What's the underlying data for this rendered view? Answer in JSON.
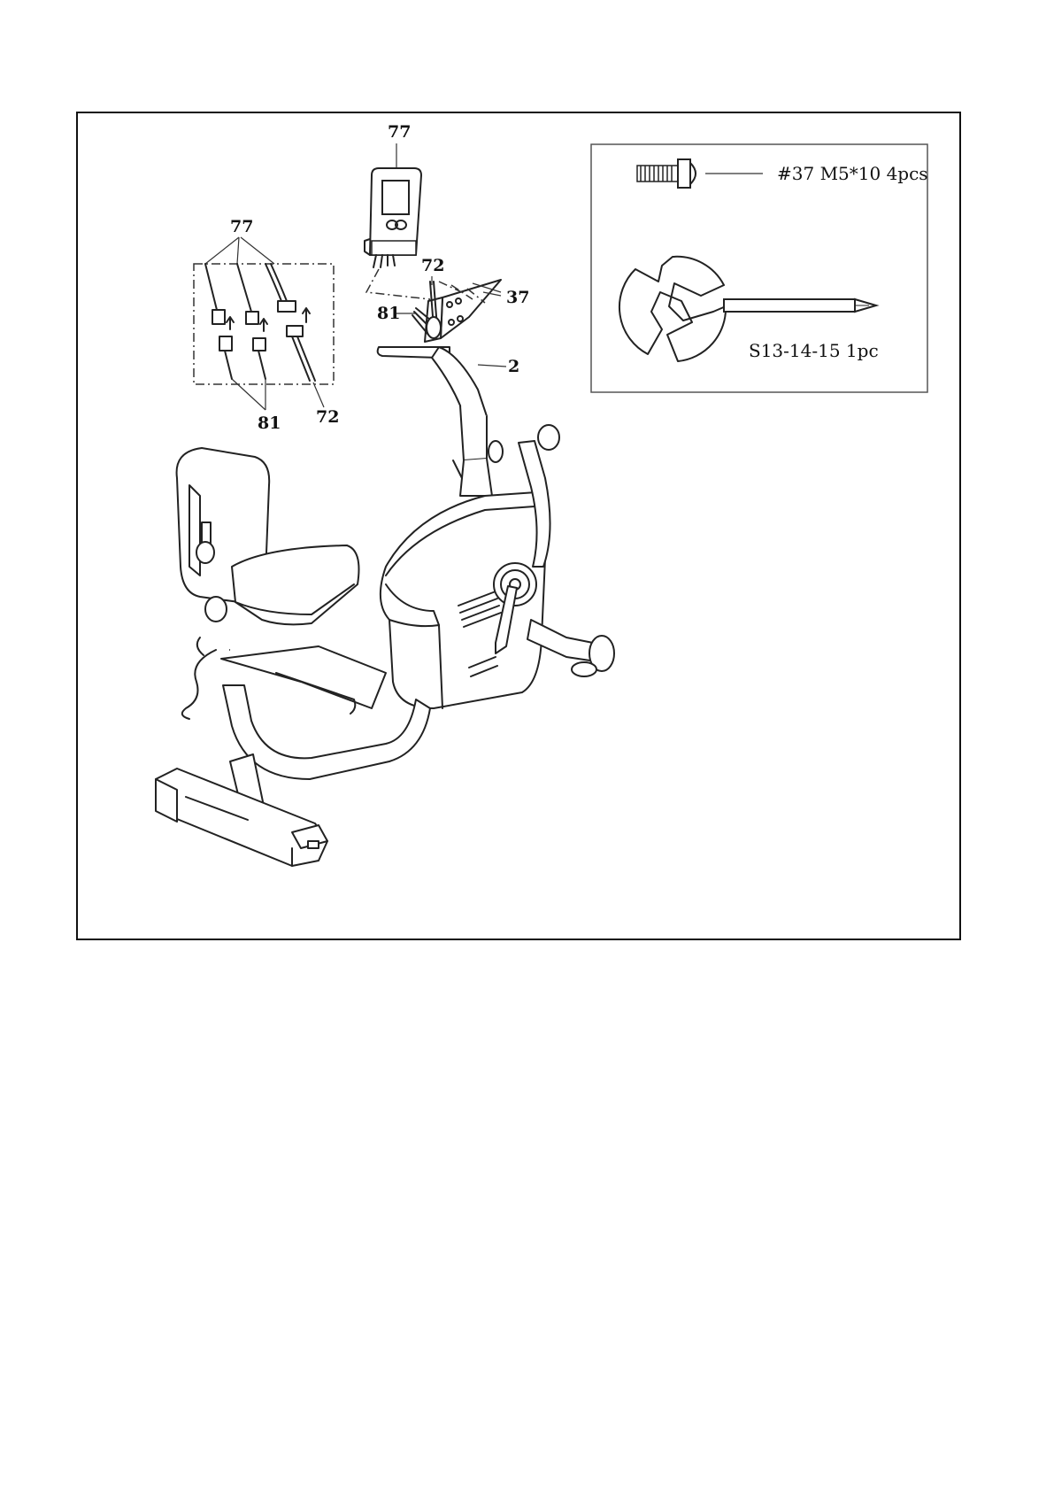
{
  "callouts": {
    "console_top": "77",
    "inset_console": "77",
    "inset_sensor_wire": "81",
    "inset_main_cable": "72",
    "cable_72": "72",
    "wire_81": "81",
    "screws_37": "37",
    "handlebar_post_2": "2"
  },
  "hardware": {
    "screw_label": "#37 M5*10 4pcs",
    "wrench_label": "S13-14-15 1pc"
  }
}
